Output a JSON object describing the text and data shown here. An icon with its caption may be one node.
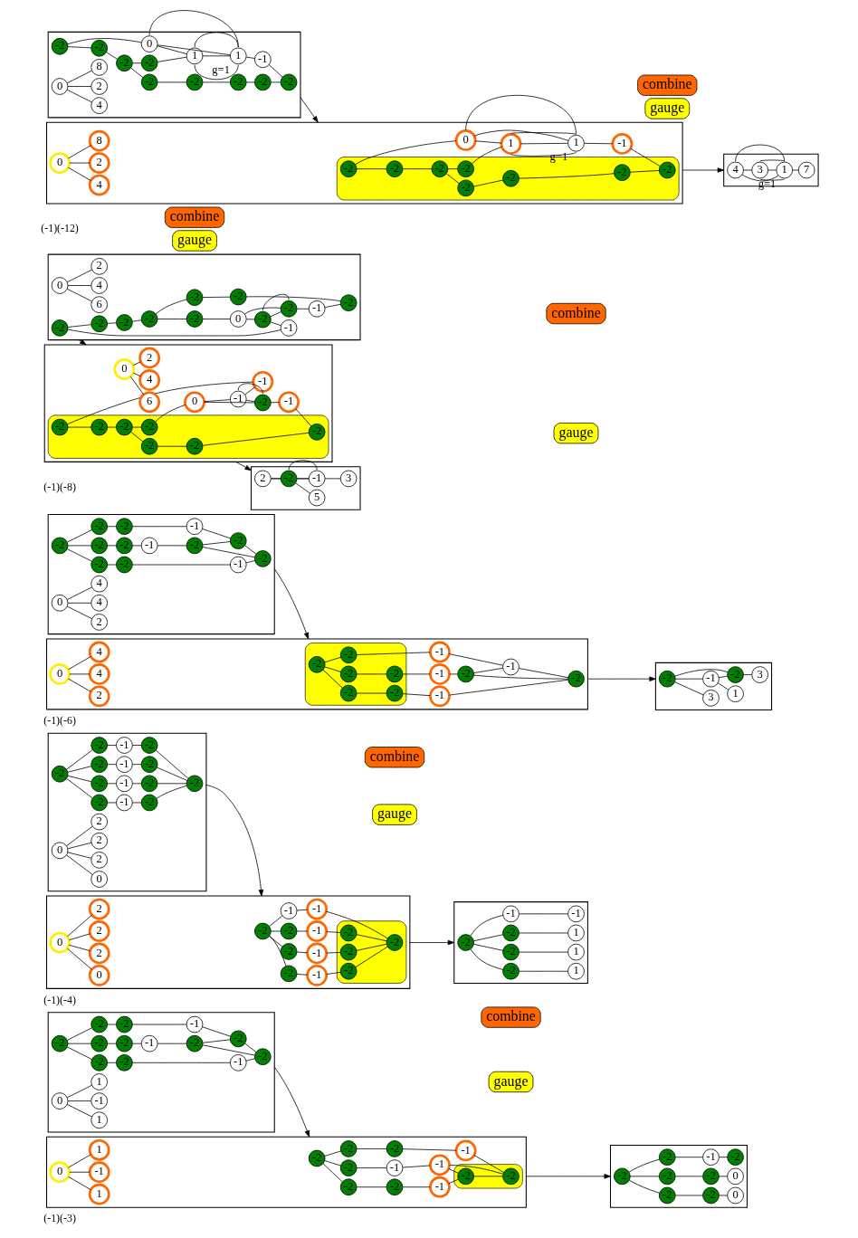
{
  "diagram": {
    "nodes": [
      {
        "text": [],
        "shape": "box"
      },
      {
        "text": [
          "-2"
        ],
        "in": 0
      },
      {
        "text": [
          "-2"
        ],
        "in": 0
      },
      {
        "text": [
          "-2"
        ],
        "in": 0
      },
      {
        "text": [
          "-1"
        ],
        "in": 0
      },
      {
        "text": [
          "-2"
        ],
        "in": 0
      },
      {
        "text": [
          "-2"
        ],
        "in": 0
      },
      {
        "text": [
          "-2"
        ],
        "in": 0
      },
      {
        "text": [
          "-1"
        ],
        "in": 0
      },
      {
        "text": [
          "-2"
        ],
        "in": 0
      },
      {
        "text": [
          "-2"
        ],
        "in": 0
      },
      {
        "text": [
          "-2"
        ],
        "in": 0
      },
      {
        "text": [
          "-1"
        ],
        "in": 0
      },
      {
        "text": [
          "-2"
        ],
        "in": 0
      },
      {
        "text": [
          "0"
        ],
        "in": 0
      },
      {
        "text": [
          "-1"
        ],
        "in": 0
      },
      {
        "text": [
          "1"
        ],
        "in": 0
      },
      {
        "text": [
          "1"
        ],
        "in": 0
      },
      {
        "text": [],
        "shape": "box"
      },
      {
        "text": [
          "-2"
        ],
        "in": 18
      },
      {
        "text": [
          "-2"
        ],
        "in": 18
      },
      {
        "text": [
          "-2"
        ],
        "in": 18
      },
      {
        "text": [
          "-1"
        ],
        "in": 18
      },
      {
        "text": [],
        "shape": "box",
        "in": 18
      },
      {
        "text": [
          "-2"
        ],
        "in": 23
      },
      {
        "text": [
          "-2"
        ],
        "in": 23
      },
      {
        "text": [
          "-2"
        ],
        "in": 18
      },
      {
        "text": [
          "-1"
        ],
        "in": 18
      },
      {
        "text": [
          "-1"
        ],
        "in": 18
      },
      {
        "text": [
          "-2"
        ],
        "in": 18
      },
      {
        "text": [
          "-2"
        ],
        "in": 18
      },
      {
        "text": [
          "-1"
        ],
        "in": 18
      },
      {
        "text": [
          "0"
        ],
        "in": 18
      },
      {
        "text": [
          "-1"
        ],
        "in": 18
      },
      {
        "text": [
          "1"
        ],
        "in": 18
      },
      {
        "text": [
          "1"
        ],
        "in": 18
      },
      {
        "text": [
          "gauge"
        ]
      },
      {
        "text": [
          "combine"
        ]
      },
      {
        "text": [],
        "shape": "box"
      },
      {
        "text": [
          "-2"
        ],
        "in": 38
      },
      {
        "text": [
          "-2"
        ],
        "in": 38
      },
      {
        "text": [
          "-2"
        ],
        "in": 38
      },
      {
        "text": [
          "0"
        ],
        "in": 38
      },
      {
        "text": [
          "-2"
        ],
        "in": 38
      },
      {
        "text": [
          "-1"
        ],
        "in": 38
      },
      {
        "text": [
          "-2"
        ],
        "in": 38
      },
      {
        "text": [
          "-2"
        ],
        "in": 38
      },
      {
        "text": [
          "-2"
        ],
        "in": 38
      },
      {
        "text": [
          "0"
        ],
        "in": 38
      },
      {
        "text": [],
        "shape": "box"
      },
      {
        "text": [
          "-2"
        ],
        "in": 49
      },
      {
        "text": [
          "-2"
        ],
        "in": 49
      },
      {
        "text": [
          "-2"
        ],
        "in": 49
      },
      {
        "text": [
          "-1"
        ],
        "in": 49
      },
      {
        "text": [
          "-2"
        ],
        "in": 49
      },
      {
        "text": [
          "-2"
        ],
        "in": 49
      },
      {
        "text": [
          "-1"
        ],
        "in": 49
      },
      {
        "text": [
          "-2"
        ],
        "in": 49
      },
      {
        "text": [
          "-2"
        ],
        "in": 49
      },
      {
        "text": [
          "-1"
        ],
        "in": 49
      },
      {
        "text": [
          "-2"
        ],
        "in": 49
      },
      {
        "text": [
          "-2"
        ],
        "in": 49
      },
      {
        "text": [
          "-1"
        ],
        "in": 49
      },
      {
        "text": [
          "-2"
        ],
        "in": 49
      },
      {
        "text": [
          "0"
        ],
        "in": 49
      },
      {
        "text": [
          "0"
        ],
        "in": 49
      },
      {
        "text": [
          "2"
        ],
        "in": 49
      },
      {
        "text": [
          "2"
        ],
        "in": 49
      },
      {
        "text": [
          "2"
        ],
        "in": 49
      },
      {
        "text": [],
        "shape": "box"
      },
      {
        "text": [
          "-2"
        ],
        "in": 69
      },
      {
        "text": [],
        "shape": "box",
        "in": 69
      },
      {
        "text": [
          "-2"
        ],
        "in": 71
      },
      {
        "text": [
          "-2"
        ],
        "in": 69
      },
      {
        "text": [
          "-1"
        ],
        "in": 69
      },
      {
        "text": [
          "-2"
        ],
        "in": 71
      },
      {
        "text": [
          "-2"
        ],
        "in": 69
      },
      {
        "text": [
          "-1"
        ],
        "in": 69
      },
      {
        "text": [
          "-2"
        ],
        "in": 71
      },
      {
        "text": [
          "-2"
        ],
        "in": 69
      },
      {
        "text": [
          "-1"
        ],
        "in": 69
      },
      {
        "text": [
          "-2"
        ],
        "in": 71
      },
      {
        "text": [
          "-1"
        ],
        "in": 69
      },
      {
        "text": [
          "-1"
        ],
        "in": 69
      },
      {
        "text": [
          "0"
        ],
        "in": 69
      },
      {
        "text": [
          "0"
        ],
        "in": 69
      },
      {
        "text": [
          "2"
        ],
        "in": 69
      },
      {
        "text": [
          "2"
        ],
        "in": 69
      },
      {
        "text": [
          "2"
        ],
        "in": 69
      },
      {
        "text": [
          "gauge"
        ]
      },
      {
        "text": [
          "combine"
        ]
      },
      {
        "text": [],
        "shape": "box"
      },
      {
        "text": [
          "-2"
        ],
        "in": 91
      },
      {
        "text": [
          "-2"
        ],
        "in": 91
      },
      {
        "text": [
          "1"
        ],
        "in": 91
      },
      {
        "text": [
          "-2"
        ],
        "in": 91
      },
      {
        "text": [
          "1"
        ],
        "in": 91
      },
      {
        "text": [
          "-2"
        ],
        "in": 91
      },
      {
        "text": [
          "1"
        ],
        "in": 91
      },
      {
        "text": [
          "-1"
        ],
        "in": 91
      },
      {
        "text": [
          "-1"
        ],
        "in": 91
      },
      {
        "text": [],
        "shape": "box"
      },
      {
        "text": [
          "-2"
        ],
        "in": 101
      },
      {
        "text": [
          "-2"
        ],
        "in": 101
      },
      {
        "text": [
          "-2"
        ],
        "in": 101
      },
      {
        "text": [
          "-1"
        ],
        "in": 101
      },
      {
        "text": [
          "-2"
        ],
        "in": 101
      },
      {
        "text": [
          "-2"
        ],
        "in": 101
      },
      {
        "text": [
          "-2"
        ],
        "in": 101
      },
      {
        "text": [
          "-1"
        ],
        "in": 101
      },
      {
        "text": [
          "-2"
        ],
        "in": 101
      },
      {
        "text": [
          "-2"
        ],
        "in": 101
      },
      {
        "text": [
          "-2"
        ],
        "in": 101
      },
      {
        "text": [
          "-1"
        ],
        "in": 101
      },
      {
        "text": [
          "-2"
        ],
        "in": 101
      },
      {
        "text": [
          "0"
        ],
        "in": 101
      },
      {
        "text": [
          "4"
        ],
        "in": 101
      },
      {
        "text": [
          "4"
        ],
        "in": 101
      },
      {
        "text": [
          "2"
        ],
        "in": 101
      },
      {
        "text": [],
        "shape": "box"
      },
      {
        "text": [],
        "shape": "box",
        "in": 119
      },
      {
        "text": [
          "-2"
        ],
        "in": 120
      },
      {
        "text": [
          "-2"
        ],
        "in": 120
      },
      {
        "text": [
          "-2"
        ],
        "in": 120
      },
      {
        "text": [
          "-1"
        ],
        "in": 119
      },
      {
        "text": [
          "-2"
        ],
        "in": 119
      },
      {
        "text": [
          "-2"
        ],
        "in": 120
      },
      {
        "text": [
          "-1"
        ],
        "in": 119
      },
      {
        "text": [
          "-1"
        ],
        "in": 119
      },
      {
        "text": [
          "-2"
        ],
        "in": 120
      },
      {
        "text": [
          "-2"
        ],
        "in": 120
      },
      {
        "text": [
          "-1"
        ],
        "in": 119
      },
      {
        "text": [
          "-2"
        ],
        "in": 119
      },
      {
        "text": [
          "0"
        ],
        "in": 119
      },
      {
        "text": [
          "4"
        ],
        "in": 119
      },
      {
        "text": [
          "4"
        ],
        "in": 119
      },
      {
        "text": [
          "2"
        ],
        "in": 119
      },
      {
        "text": [
          "gauge"
        ]
      },
      {
        "text": [
          "combine"
        ]
      },
      {
        "text": [],
        "shape": "box"
      },
      {
        "text": [
          "-2"
        ],
        "in": 139
      },
      {
        "text": [
          "-1"
        ],
        "in": 139
      },
      {
        "text": [
          "-2"
        ],
        "in": 139
      },
      {
        "text": [
          "3"
        ],
        "in": 139
      },
      {
        "text": [
          "1"
        ],
        "in": 139
      },
      {
        "text": [
          "3"
        ],
        "in": 139
      },
      {
        "text": [],
        "shape": "box"
      },
      {
        "text": [
          "-2"
        ],
        "in": 146
      },
      {
        "text": [
          "-2"
        ],
        "in": 146
      },
      {
        "text": [
          "-2"
        ],
        "in": 146
      },
      {
        "text": [
          "-2"
        ],
        "in": 146
      },
      {
        "text": [
          "-2"
        ],
        "in": 146
      },
      {
        "text": [
          "-2"
        ],
        "in": 146
      },
      {
        "text": [
          "-2"
        ],
        "in": 146
      },
      {
        "text": [
          "-2"
        ],
        "in": 146
      },
      {
        "text": [
          "0"
        ],
        "in": 146
      },
      {
        "text": [
          "-2"
        ],
        "in": 146
      },
      {
        "text": [
          "-2"
        ],
        "in": 146
      },
      {
        "text": [
          "-1"
        ],
        "in": 146
      },
      {
        "text": [
          "-1"
        ],
        "in": 146
      },
      {
        "text": [
          "0"
        ],
        "in": 146
      },
      {
        "text": [
          "2"
        ],
        "in": 146
      },
      {
        "text": [
          "6"
        ],
        "in": 146
      },
      {
        "text": [
          "4"
        ],
        "in": 146
      },
      {
        "text": [],
        "shape": "box"
      },
      {
        "text": [],
        "shape": "box",
        "in": 164
      },
      {
        "text": [
          "-1"
        ],
        "in": 164
      },
      {
        "text": [
          "-2"
        ],
        "in": 165
      },
      {
        "text": [
          "-2"
        ],
        "in": 165
      },
      {
        "text": [
          "-2"
        ],
        "in": 165
      },
      {
        "text": [
          "-2"
        ],
        "in": 165
      },
      {
        "text": [
          "-2"
        ],
        "in": 165
      },
      {
        "text": [
          "-2"
        ],
        "in": 165
      },
      {
        "text": [
          "-2"
        ],
        "in": 165
      },
      {
        "text": [
          "0"
        ],
        "in": 164
      },
      {
        "text": [
          "-1"
        ],
        "in": 164
      },
      {
        "text": [
          "-2"
        ],
        "in": 164
      },
      {
        "text": [
          "-1"
        ],
        "in": 164
      },
      {
        "text": [
          "0"
        ],
        "in": 164
      },
      {
        "text": [
          "2"
        ],
        "in": 164
      },
      {
        "text": [
          "6"
        ],
        "in": 164
      },
      {
        "text": [
          "4"
        ],
        "in": 164
      },
      {
        "text": [
          "gauge"
        ]
      },
      {
        "text": [
          "combine"
        ]
      },
      {
        "text": [],
        "shape": "box"
      },
      {
        "text": [
          "3"
        ],
        "in": 184
      },
      {
        "text": [
          "-1"
        ],
        "in": 184
      },
      {
        "text": [
          "2"
        ],
        "in": 184
      },
      {
        "text": [
          "-2"
        ],
        "in": 184
      },
      {
        "text": [
          "5"
        ],
        "in": 184
      },
      {
        "text": [],
        "shape": "box"
      },
      {
        "text": [
          "-2"
        ],
        "in": 190
      },
      {
        "text": [
          "-2"
        ],
        "in": 190
      },
      {
        "text": [
          "-2"
        ],
        "in": 190
      },
      {
        "text": [
          "-2"
        ],
        "in": 190
      },
      {
        "text": [
          "-2"
        ],
        "in": 190
      },
      {
        "text": [
          "-2"
        ],
        "in": 190
      },
      {
        "text": [
          "-2"
        ],
        "in": 190
      },
      {
        "text": [
          "-2"
        ],
        "in": 190
      },
      {
        "text": [
          "-2"
        ],
        "in": 190
      },
      {
        "text": [
          "0"
        ],
        "in": 190
      },
      {
        "text": [
          "1"
        ],
        "in": 190
      },
      {
        "text": [
          "1"
        ],
        "in": 190,
        "beside": [
          "g=1"
        ]
      },
      {
        "text": [
          "-1"
        ],
        "in": 190
      },
      {
        "text": [
          "0"
        ],
        "in": 190
      },
      {
        "text": [
          "2"
        ],
        "in": 190
      },
      {
        "text": [
          "8"
        ],
        "in": 190
      },
      {
        "text": [
          "4"
        ],
        "in": 190
      },
      {
        "text": [],
        "shape": "box"
      },
      {
        "text": [],
        "shape": "box",
        "in": 208
      },
      {
        "text": [
          "-2"
        ],
        "in": 209
      },
      {
        "text": [
          "-2"
        ],
        "in": 209
      },
      {
        "text": [
          "-2"
        ],
        "in": 209
      },
      {
        "text": [
          "-2"
        ],
        "in": 209
      },
      {
        "text": [
          "-2"
        ],
        "in": 209
      },
      {
        "text": [
          "-2"
        ],
        "in": 209
      },
      {
        "text": [
          "-2"
        ],
        "in": 209
      },
      {
        "text": [
          "-2"
        ],
        "in": 209
      },
      {
        "text": [
          "0"
        ],
        "in": 208
      },
      {
        "text": [
          "1"
        ],
        "in": 208
      },
      {
        "text": [
          "1"
        ],
        "in": 208,
        "beside": [
          "g=1"
        ]
      },
      {
        "text": [
          "-1"
        ],
        "in": 208
      },
      {
        "text": [
          "0"
        ],
        "in": 208
      },
      {
        "text": [
          "2"
        ],
        "in": 208
      },
      {
        "text": [
          "8"
        ],
        "in": 208
      },
      {
        "text": [
          "4"
        ],
        "in": 208
      },
      {
        "text": [
          "gauge"
        ]
      },
      {
        "text": [
          "combine"
        ]
      },
      {
        "text": [],
        "shape": "box"
      },
      {
        "text": [
          "4"
        ],
        "in": 228
      },
      {
        "text": [
          "3"
        ],
        "in": 228
      },
      {
        "text": [
          "1"
        ],
        "in": 228,
        "beside": [
          "g=1"
        ]
      },
      {
        "text": [
          "7"
        ],
        "in": 228
      }
    ],
    "edges": [
      {
        "from": 1,
        "to": 2,
        "arrow": "none"
      },
      {
        "from": 2,
        "to": 3,
        "arrow": "none"
      },
      {
        "from": 3,
        "to": 4,
        "arrow": "none"
      },
      {
        "from": 4,
        "to": 5,
        "arrow": "none"
      },
      {
        "from": 1,
        "to": 6,
        "arrow": "none"
      },
      {
        "from": 6,
        "to": 7,
        "arrow": "none"
      },
      {
        "from": 7,
        "to": 8,
        "arrow": "none"
      },
      {
        "from": 8,
        "to": 9,
        "arrow": "none"
      },
      {
        "from": 1,
        "to": 10,
        "arrow": "none"
      },
      {
        "from": 10,
        "to": 11,
        "arrow": "none"
      },
      {
        "from": 11,
        "to": 12,
        "arrow": "none"
      },
      {
        "from": 12,
        "to": 13,
        "arrow": "none"
      },
      {
        "from": 5,
        "to": 9,
        "arrow": "none"
      },
      {
        "from": 9,
        "to": 13,
        "arrow": "none"
      },
      {
        "from": 5,
        "to": 13,
        "arrow": "none"
      },
      {
        "from": 14,
        "to": 15,
        "arrow": "none"
      },
      {
        "from": 14,
        "to": 16,
        "arrow": "none"
      },
      {
        "from": 14,
        "to": 17,
        "arrow": "none"
      },
      {
        "from": 19,
        "to": 20,
        "arrow": "none"
      },
      {
        "from": 20,
        "to": 21,
        "arrow": "none"
      },
      {
        "from": 21,
        "to": 22,
        "arrow": "none"
      },
      {
        "from": 22,
        "to": 24,
        "arrow": "none"
      },
      {
        "from": 19,
        "to": 26,
        "arrow": "none"
      },
      {
        "from": 26,
        "to": 27,
        "arrow": "none"
      },
      {
        "from": 27,
        "to": 28,
        "arrow": "none"
      },
      {
        "from": 28,
        "to": 24,
        "arrow": "none"
      },
      {
        "from": 28,
        "to": 25,
        "arrow": "none"
      },
      {
        "from": 19,
        "to": 29,
        "arrow": "none"
      },
      {
        "from": 29,
        "to": 30,
        "arrow": "none"
      },
      {
        "from": 30,
        "to": 31,
        "arrow": "none"
      },
      {
        "from": 31,
        "to": 25,
        "arrow": "none"
      },
      {
        "from": 24,
        "to": 25,
        "arrow": "none"
      },
      {
        "from": 32,
        "to": 33,
        "arrow": "none"
      },
      {
        "from": 32,
        "to": 34,
        "arrow": "none"
      },
      {
        "from": 32,
        "to": 35,
        "arrow": "none"
      },
      {
        "from": 39,
        "to": 40,
        "arrow": "none"
      },
      {
        "from": 40,
        "to": 41,
        "arrow": "none"
      },
      {
        "from": 41,
        "to": 42,
        "arrow": "none"
      },
      {
        "from": 39,
        "to": 43,
        "arrow": "none"
      },
      {
        "from": 43,
        "to": 44,
        "arrow": "none"
      },
      {
        "from": 44,
        "to": 45,
        "arrow": "none"
      },
      {
        "from": 39,
        "to": 46,
        "arrow": "none"
      },
      {
        "from": 46,
        "to": 47,
        "arrow": "none"
      },
      {
        "from": 47,
        "to": 48,
        "arrow": "none"
      },
      {
        "from": 0,
        "to": 18,
        "arrow": "to"
      },
      {
        "from": 18,
        "to": 38,
        "arrow": "to"
      },
      {
        "from": 50,
        "to": 52,
        "arrow": "none"
      },
      {
        "from": 52,
        "to": 53,
        "arrow": "none"
      },
      {
        "from": 53,
        "to": 54,
        "arrow": "none"
      },
      {
        "from": 54,
        "to": 51,
        "arrow": "none"
      },
      {
        "from": 50,
        "to": 55,
        "arrow": "none"
      },
      {
        "from": 55,
        "to": 56,
        "arrow": "none"
      },
      {
        "from": 56,
        "to": 57,
        "arrow": "none"
      },
      {
        "from": 57,
        "to": 51,
        "arrow": "none"
      },
      {
        "from": 50,
        "to": 58,
        "arrow": "none"
      },
      {
        "from": 58,
        "to": 59,
        "arrow": "none"
      },
      {
        "from": 59,
        "to": 60,
        "arrow": "none"
      },
      {
        "from": 60,
        "to": 51,
        "arrow": "none"
      },
      {
        "from": 50,
        "to": 61,
        "arrow": "none"
      },
      {
        "from": 61,
        "to": 62,
        "arrow": "none"
      },
      {
        "from": 62,
        "to": 63,
        "arrow": "none"
      },
      {
        "from": 63,
        "to": 51,
        "arrow": "none"
      },
      {
        "from": 64,
        "to": 65,
        "arrow": "none"
      },
      {
        "from": 64,
        "to": 66,
        "arrow": "none"
      },
      {
        "from": 64,
        "to": 67,
        "arrow": "none"
      },
      {
        "from": 64,
        "to": 68,
        "arrow": "none"
      },
      {
        "from": 70,
        "to": 73,
        "arrow": "none"
      },
      {
        "from": 73,
        "to": 74,
        "arrow": "none"
      },
      {
        "from": 74,
        "to": 75,
        "arrow": "none"
      },
      {
        "from": 75,
        "to": 72,
        "arrow": "none"
      },
      {
        "from": 70,
        "to": 76,
        "arrow": "none"
      },
      {
        "from": 76,
        "to": 77,
        "arrow": "none"
      },
      {
        "from": 77,
        "to": 78,
        "arrow": "none"
      },
      {
        "from": 78,
        "to": 72,
        "arrow": "none"
      },
      {
        "from": 70,
        "to": 79,
        "arrow": "none"
      },
      {
        "from": 79,
        "to": 80,
        "arrow": "none"
      },
      {
        "from": 80,
        "to": 81,
        "arrow": "none"
      },
      {
        "from": 81,
        "to": 72,
        "arrow": "none"
      },
      {
        "from": 70,
        "to": 82,
        "arrow": "none"
      },
      {
        "from": 82,
        "to": 83,
        "arrow": "none"
      },
      {
        "from": 83,
        "to": 72,
        "arrow": "none"
      },
      {
        "from": 84,
        "to": 85,
        "arrow": "none"
      },
      {
        "from": 84,
        "to": 86,
        "arrow": "none"
      },
      {
        "from": 84,
        "to": 87,
        "arrow": "none"
      },
      {
        "from": 84,
        "to": 88,
        "arrow": "none"
      },
      {
        "from": 92,
        "to": 93,
        "arrow": "none"
      },
      {
        "from": 93,
        "to": 94,
        "arrow": "none"
      },
      {
        "from": 92,
        "to": 95,
        "arrow": "none"
      },
      {
        "from": 95,
        "to": 96,
        "arrow": "none"
      },
      {
        "from": 92,
        "to": 97,
        "arrow": "none"
      },
      {
        "from": 97,
        "to": 98,
        "arrow": "none"
      },
      {
        "from": 92,
        "to": 99,
        "arrow": "none"
      },
      {
        "from": 99,
        "to": 100,
        "arrow": "none"
      },
      {
        "from": 49,
        "to": 69,
        "arrow": "to"
      },
      {
        "from": 69,
        "to": 91,
        "arrow": "to"
      },
      {
        "from": 102,
        "to": 103,
        "arrow": "none"
      },
      {
        "from": 103,
        "to": 104,
        "arrow": "none"
      },
      {
        "from": 104,
        "to": 105,
        "arrow": "none"
      },
      {
        "from": 105,
        "to": 106,
        "arrow": "none"
      },
      {
        "from": 102,
        "to": 107,
        "arrow": "none"
      },
      {
        "from": 107,
        "to": 108,
        "arrow": "none"
      },
      {
        "from": 108,
        "to": 109,
        "arrow": "none"
      },
      {
        "from": 109,
        "to": 110,
        "arrow": "none"
      },
      {
        "from": 102,
        "to": 111,
        "arrow": "none"
      },
      {
        "from": 111,
        "to": 112,
        "arrow": "none"
      },
      {
        "from": 112,
        "to": 113,
        "arrow": "none"
      },
      {
        "from": 113,
        "to": 114,
        "arrow": "none"
      },
      {
        "from": 106,
        "to": 110,
        "arrow": "none"
      },
      {
        "from": 110,
        "to": 114,
        "arrow": "none"
      },
      {
        "from": 106,
        "to": 114,
        "arrow": "none"
      },
      {
        "from": 115,
        "to": 116,
        "arrow": "none"
      },
      {
        "from": 115,
        "to": 117,
        "arrow": "none"
      },
      {
        "from": 115,
        "to": 118,
        "arrow": "none"
      },
      {
        "from": 121,
        "to": 122,
        "arrow": "none"
      },
      {
        "from": 122,
        "to": 123,
        "arrow": "none"
      },
      {
        "from": 123,
        "to": 124,
        "arrow": "none"
      },
      {
        "from": 124,
        "to": 125,
        "arrow": "none"
      },
      {
        "from": 121,
        "to": 126,
        "arrow": "none"
      },
      {
        "from": 126,
        "to": 127,
        "arrow": "none"
      },
      {
        "from": 127,
        "to": 128,
        "arrow": "none"
      },
      {
        "from": 121,
        "to": 129,
        "arrow": "none"
      },
      {
        "from": 129,
        "to": 130,
        "arrow": "none"
      },
      {
        "from": 130,
        "to": 131,
        "arrow": "none"
      },
      {
        "from": 131,
        "to": 132,
        "arrow": "none"
      },
      {
        "from": 125,
        "to": 132,
        "arrow": "none"
      },
      {
        "from": 125,
        "to": 128,
        "arrow": "none"
      },
      {
        "from": 128,
        "to": 132,
        "arrow": "none"
      },
      {
        "from": 133,
        "to": 134,
        "arrow": "none"
      },
      {
        "from": 133,
        "to": 135,
        "arrow": "none"
      },
      {
        "from": 133,
        "to": 136,
        "arrow": "none"
      },
      {
        "from": 140,
        "to": 142,
        "arrow": "none"
      },
      {
        "from": 140,
        "to": 141,
        "arrow": "none"
      },
      {
        "from": 141,
        "to": 142,
        "arrow": "none"
      },
      {
        "from": 140,
        "to": 143,
        "arrow": "none"
      },
      {
        "from": 141,
        "to": 144,
        "arrow": "none"
      },
      {
        "from": 142,
        "to": 145,
        "arrow": "none"
      },
      {
        "from": 101,
        "to": 119,
        "arrow": "to"
      },
      {
        "from": 119,
        "to": 139,
        "arrow": "to"
      },
      {
        "from": 147,
        "to": 148,
        "arrow": "none"
      },
      {
        "from": 148,
        "to": 149,
        "arrow": "none"
      },
      {
        "from": 149,
        "to": 150,
        "arrow": "none"
      },
      {
        "from": 150,
        "to": 151,
        "arrow": "none"
      },
      {
        "from": 151,
        "to": 152,
        "arrow": "none"
      },
      {
        "from": 152,
        "to": 153,
        "arrow": "none"
      },
      {
        "from": 150,
        "to": 154,
        "arrow": "none"
      },
      {
        "from": 154,
        "to": 155,
        "arrow": "none"
      },
      {
        "from": 155,
        "to": 156,
        "arrow": "none"
      },
      {
        "from": 155,
        "to": 157,
        "arrow": "none"
      },
      {
        "from": 156,
        "to": 157,
        "arrow": "none"
      },
      {
        "from": 156,
        "to": 157,
        "arrow": "none"
      },
      {
        "from": 156,
        "to": 158,
        "arrow": "none"
      },
      {
        "from": 158,
        "to": 147,
        "arrow": "none"
      },
      {
        "from": 157,
        "to": 159,
        "arrow": "none"
      },
      {
        "from": 159,
        "to": 153,
        "arrow": "none"
      },
      {
        "from": 160,
        "to": 161,
        "arrow": "none"
      },
      {
        "from": 160,
        "to": 162,
        "arrow": "none"
      },
      {
        "from": 160,
        "to": 163,
        "arrow": "none"
      },
      {
        "from": 166,
        "to": 167,
        "arrow": "none"
      },
      {
        "from": 167,
        "to": 168,
        "arrow": "none"
      },
      {
        "from": 168,
        "to": 169,
        "arrow": "none"
      },
      {
        "from": 169,
        "to": 170,
        "arrow": "none"
      },
      {
        "from": 170,
        "to": 171,
        "arrow": "none"
      },
      {
        "from": 171,
        "to": 172,
        "arrow": "none"
      },
      {
        "from": 169,
        "to": 173,
        "arrow": "none"
      },
      {
        "from": 173,
        "to": 174,
        "arrow": "none"
      },
      {
        "from": 174,
        "to": 175,
        "arrow": "none"
      },
      {
        "from": 174,
        "to": 176,
        "arrow": "none"
      },
      {
        "from": 175,
        "to": 176,
        "arrow": "none"
      },
      {
        "from": 175,
        "to": 176,
        "arrow": "none"
      },
      {
        "from": 175,
        "to": 166,
        "arrow": "none"
      },
      {
        "from": 176,
        "to": 177,
        "arrow": "none"
      },
      {
        "from": 177,
        "to": 172,
        "arrow": "none"
      },
      {
        "from": 178,
        "to": 179,
        "arrow": "none"
      },
      {
        "from": 178,
        "to": 180,
        "arrow": "none"
      },
      {
        "from": 178,
        "to": 181,
        "arrow": "none"
      },
      {
        "from": 186,
        "to": 185,
        "arrow": "none"
      },
      {
        "from": 187,
        "to": 186,
        "arrow": "none"
      },
      {
        "from": 187,
        "to": 188,
        "arrow": "none"
      },
      {
        "from": 188,
        "to": 186,
        "arrow": "none"
      },
      {
        "from": 188,
        "to": 186,
        "arrow": "none"
      },
      {
        "from": 188,
        "to": 189,
        "arrow": "none"
      },
      {
        "from": 146,
        "to": 164,
        "arrow": "to"
      },
      {
        "from": 164,
        "to": 184,
        "arrow": "to"
      },
      {
        "from": 191,
        "to": 192,
        "arrow": "none"
      },
      {
        "from": 192,
        "to": 193,
        "arrow": "none"
      },
      {
        "from": 193,
        "to": 194,
        "arrow": "none"
      },
      {
        "from": 194,
        "to": 195,
        "arrow": "none"
      },
      {
        "from": 195,
        "to": 196,
        "arrow": "none"
      },
      {
        "from": 196,
        "to": 197,
        "arrow": "none"
      },
      {
        "from": 197,
        "to": 198,
        "arrow": "none"
      },
      {
        "from": 193,
        "to": 199,
        "arrow": "none"
      },
      {
        "from": 199,
        "to": 201,
        "arrow": "none"
      },
      {
        "from": 191,
        "to": 200,
        "arrow": "none"
      },
      {
        "from": 200,
        "to": 201,
        "arrow": "none"
      },
      {
        "from": 200,
        "to": 202,
        "arrow": "none"
      },
      {
        "from": 200,
        "to": 202,
        "arrow": "none"
      },
      {
        "from": 201,
        "to": 202,
        "arrow": "none"
      },
      {
        "from": 201,
        "to": 202,
        "arrow": "none"
      },
      {
        "from": 201,
        "to": 202,
        "arrow": "none"
      },
      {
        "from": 202,
        "to": 203,
        "arrow": "none"
      },
      {
        "from": 203,
        "to": 198,
        "arrow": "none"
      },
      {
        "from": 204,
        "to": 205,
        "arrow": "none"
      },
      {
        "from": 204,
        "to": 206,
        "arrow": "none"
      },
      {
        "from": 204,
        "to": 207,
        "arrow": "none"
      },
      {
        "from": 210,
        "to": 211,
        "arrow": "none"
      },
      {
        "from": 211,
        "to": 212,
        "arrow": "none"
      },
      {
        "from": 212,
        "to": 213,
        "arrow": "none"
      },
      {
        "from": 213,
        "to": 214,
        "arrow": "none"
      },
      {
        "from": 214,
        "to": 215,
        "arrow": "none"
      },
      {
        "from": 215,
        "to": 216,
        "arrow": "none"
      },
      {
        "from": 212,
        "to": 217,
        "arrow": "none"
      },
      {
        "from": 217,
        "to": 219,
        "arrow": "none"
      },
      {
        "from": 210,
        "to": 218,
        "arrow": "none"
      },
      {
        "from": 218,
        "to": 219,
        "arrow": "none"
      },
      {
        "from": 218,
        "to": 220,
        "arrow": "none"
      },
      {
        "from": 218,
        "to": 220,
        "arrow": "none"
      },
      {
        "from": 219,
        "to": 220,
        "arrow": "none"
      },
      {
        "from": 219,
        "to": 220,
        "arrow": "none"
      },
      {
        "from": 219,
        "to": 220,
        "arrow": "none"
      },
      {
        "from": 220,
        "to": 221,
        "arrow": "none"
      },
      {
        "from": 221,
        "to": 216,
        "arrow": "none"
      },
      {
        "from": 222,
        "to": 223,
        "arrow": "none"
      },
      {
        "from": 222,
        "to": 224,
        "arrow": "none"
      },
      {
        "from": 222,
        "to": 225,
        "arrow": "none"
      },
      {
        "from": 229,
        "to": 230,
        "arrow": "none"
      },
      {
        "from": 230,
        "to": 231,
        "arrow": "none"
      },
      {
        "from": 230,
        "to": 231,
        "arrow": "none"
      },
      {
        "from": 230,
        "to": 231,
        "arrow": "none"
      },
      {
        "from": 229,
        "to": 231,
        "arrow": "none"
      },
      {
        "from": 229,
        "to": 231,
        "arrow": "none"
      },
      {
        "from": 231,
        "to": 232,
        "arrow": "none"
      },
      {
        "from": 190,
        "to": 208,
        "arrow": "to"
      },
      {
        "from": 208,
        "to": 228,
        "arrow": "to"
      }
    ],
    "labels": [
      "(-1)(-3)",
      "(-1)(-4)",
      "(-1)(-6)",
      "(-1)(-8)",
      "(-1)(-12)"
    ]
  }
}
